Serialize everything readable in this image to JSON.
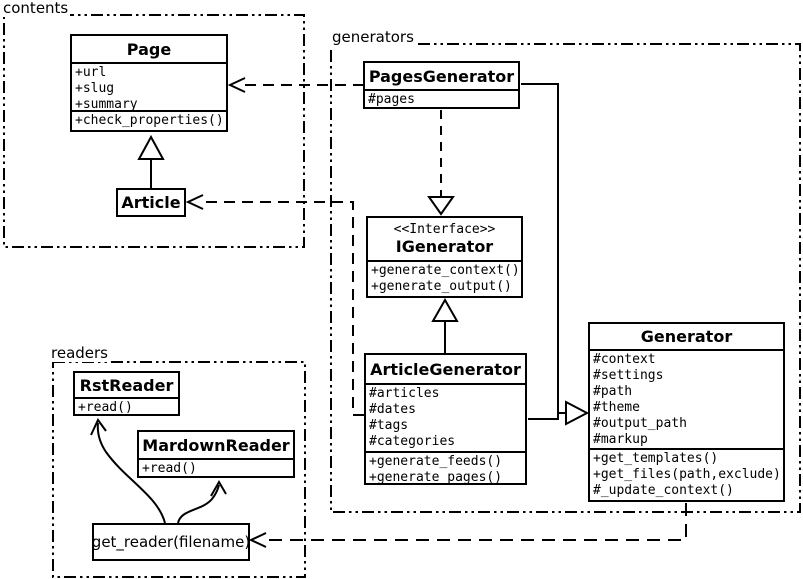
{
  "diagram_type": "uml-class-diagram",
  "packages": {
    "contents": {
      "label": "contents"
    },
    "generators": {
      "label": "generators"
    },
    "readers": {
      "label": "readers"
    }
  },
  "classes": {
    "page": {
      "title": "Page",
      "attributes": [
        "+url",
        "+slug",
        "+summary"
      ],
      "methods": [
        "+check_properties()"
      ]
    },
    "article": {
      "title": "Article"
    },
    "pages_generator": {
      "title": "PagesGenerator",
      "attributes": [
        "#pages"
      ]
    },
    "igenerator": {
      "stereotype": "<<Interface>>",
      "title": "IGenerator",
      "methods": [
        "+generate_context()",
        "+generate_output()"
      ]
    },
    "article_generator": {
      "title": "ArticleGenerator",
      "attributes": [
        "#articles",
        "#dates",
        "#tags",
        "#categories"
      ],
      "methods": [
        "+generate_feeds()",
        "+generate_pages()"
      ]
    },
    "generator": {
      "title": "Generator",
      "attributes": [
        "#context",
        "#settings",
        "#path",
        "#theme",
        "#output_path",
        "#markup"
      ],
      "methods": [
        "+get_templates()",
        "+get_files(path,exclude)",
        "#_update_context()"
      ]
    },
    "rst_reader": {
      "title": "RstReader",
      "methods": [
        "+read()"
      ]
    },
    "mardown_reader": {
      "title": "MardownReader",
      "methods": [
        "+read()"
      ]
    },
    "get_reader": {
      "title": "get_reader(filename)"
    }
  },
  "relations": [
    "Article --|> Page",
    "PagesGenerator ..> Page",
    "ArticleGenerator ..> Article",
    "PagesGenerator ..|> IGenerator",
    "ArticleGenerator --|> IGenerator",
    "PagesGenerator --|> Generator",
    "ArticleGenerator --|> Generator",
    "Generator ..> get_reader(filename)",
    "get_reader(filename) -> RstReader",
    "get_reader(filename) -> MardownReader"
  ],
  "colors": {
    "line": "#000000",
    "background": "#ffffff"
  }
}
